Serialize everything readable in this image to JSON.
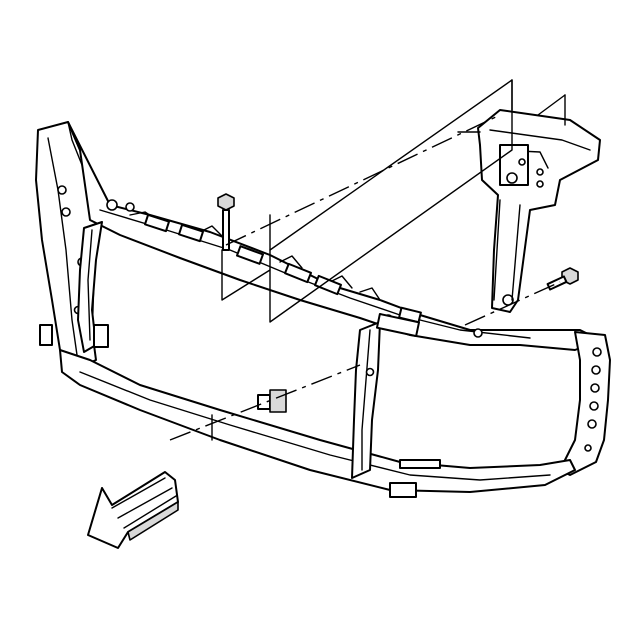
{
  "diagram": {
    "parts": [
      {
        "name": "radiator-support-assembly"
      },
      {
        "name": "hood-latch-support-bracket"
      },
      {
        "name": "bolt-upper-center"
      },
      {
        "name": "bolt-right-side"
      },
      {
        "name": "bushing-lower"
      },
      {
        "name": "front-direction-arrow"
      }
    ],
    "colors": {
      "line": "#000000",
      "background": "#ffffff",
      "shade": "#d9d9d9"
    }
  }
}
